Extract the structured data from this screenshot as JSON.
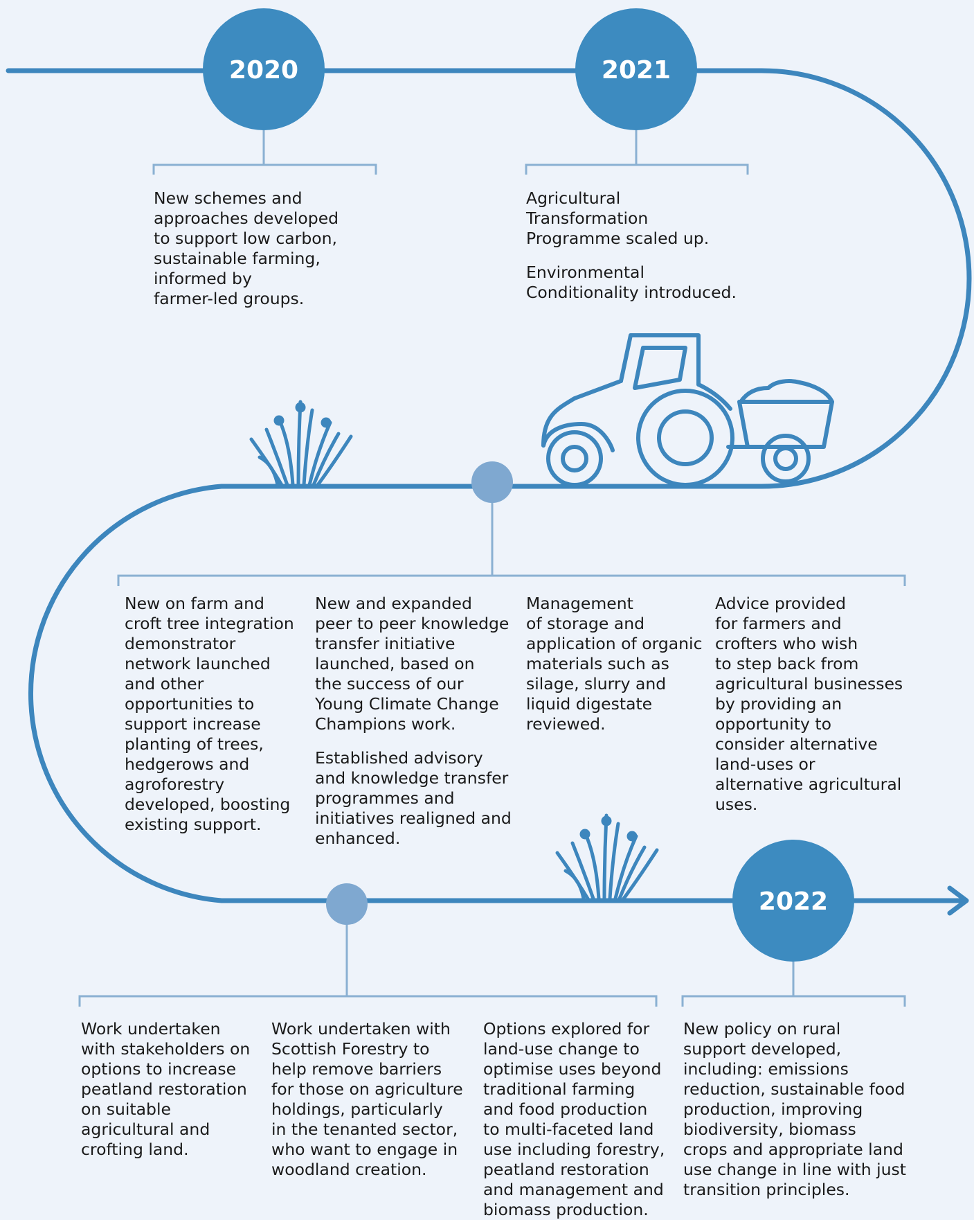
{
  "years": {
    "y2020": "2020",
    "y2021": "2021",
    "y2022": "2022"
  },
  "milestones": {
    "m2020": [
      "New schemes and",
      "approaches developed",
      "to support low carbon,",
      "sustainable farming,",
      "informed by",
      "farmer-led groups."
    ],
    "m2021_a": [
      "Agricultural",
      "Transformation",
      "Programme scaled up."
    ],
    "m2021_b": [
      "Environmental",
      "Conditionality introduced."
    ]
  },
  "row2": {
    "col1": [
      "New on farm and",
      "croft tree integration",
      "demonstrator",
      "network launched",
      "and other",
      "opportunities to",
      "support increase",
      "planting of trees,",
      "hedgerows and",
      "agroforestry",
      "developed, boosting",
      "existing support."
    ],
    "col2_a": [
      "New and expanded",
      "peer to peer knowledge",
      "transfer initiative",
      "launched, based on",
      "the success of our",
      "Young Climate Change",
      "Champions work."
    ],
    "col2_b": [
      "Established advisory",
      "and knowledge transfer",
      "programmes and",
      "initiatives realigned and",
      "enhanced."
    ],
    "col3": [
      "Management",
      "of storage and",
      "application of organic",
      "materials such as",
      "silage, slurry and",
      "liquid digestate",
      "reviewed."
    ],
    "col4": [
      "Advice provided",
      "for farmers and",
      "crofters who wish",
      "to step back from",
      "agricultural businesses",
      "by providing an",
      "opportunity to",
      "consider alternative",
      "land-uses or",
      "alternative agricultural",
      "uses."
    ]
  },
  "row3": {
    "col1": [
      "Work undertaken",
      "with stakeholders on",
      "options to increase",
      "peatland restoration",
      "on suitable",
      "agricultural and",
      "crofting land."
    ],
    "col2": [
      "Work undertaken with",
      "Scottish Forestry to",
      "help remove barriers",
      "for those on agriculture",
      "holdings, particularly",
      "in the tenanted sector,",
      "who want to engage in",
      "woodland creation."
    ],
    "col3": [
      "Options explored for",
      "land-use change to",
      "optimise uses beyond",
      "traditional farming",
      "and food production",
      "to multi-faceted land",
      "use including forestry,",
      "peatland restoration",
      "and management and",
      "biomass production."
    ],
    "col4": [
      "New policy on rural",
      "support developed,",
      "including: emissions",
      "reduction, sustainable food",
      "production, improving",
      "biodiversity, biomass",
      "crops and appropriate land",
      "use change in line with just",
      "transition principles."
    ]
  },
  "colors": {
    "background": "#eef3fa",
    "line": "#3d86bd",
    "year_circle": "#3d8bc0",
    "small_node": "#7fa8d0",
    "bracket": "#8ab0d2",
    "text": "#1a1a1a"
  },
  "icons": [
    "tractor-icon",
    "grass-icon"
  ]
}
